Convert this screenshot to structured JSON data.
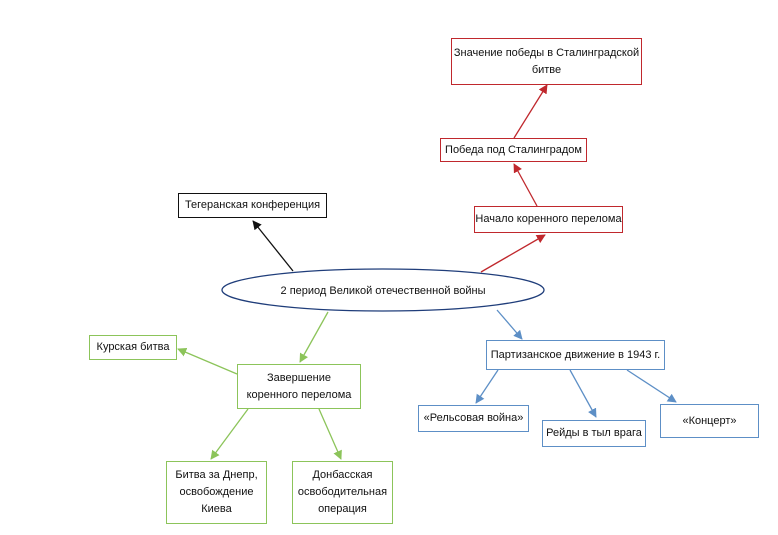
{
  "center": "2 период Великой отечественной войны",
  "nodes": {
    "znachenie": "Значение победы в Сталинградской\nбитве",
    "pobeda": "Победа под Сталинградом",
    "nachalo": "Начало коренного перелома",
    "tegeran": "Тегеранская конференция",
    "kursk": "Курская битва",
    "zavershenie": "Завершение\nкоренного перелома",
    "dnepr": "Битва за Днепр,\nосвобождение\nКиева",
    "donbass": "Донбасская\nосвободительная\nоперация",
    "partizan": "Партизанское движение в 1943 г.",
    "relsovaya": "«Рельсовая война»",
    "reidy": "Рейды в тыл врага",
    "koncert": "«Концерт»"
  },
  "colors": {
    "red": "#c0282d",
    "black": "#111111",
    "green": "#8cc45a",
    "blue": "#5d8fc6",
    "ellipse": "#1f3d7a"
  }
}
